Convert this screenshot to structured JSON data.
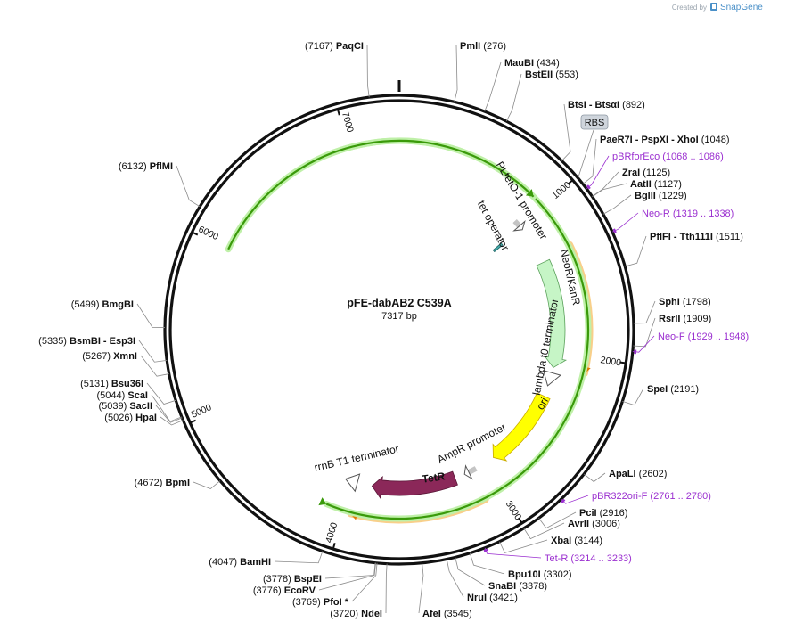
{
  "header": {
    "credit_text": "Created by",
    "brand": "SnapGene"
  },
  "plasmid": {
    "name": "pFE-dabAB2 C539A",
    "size_label": "7317 bp",
    "length": 7317
  },
  "ticks": [
    {
      "pos": 1000,
      "label": "1000"
    },
    {
      "pos": 2000,
      "label": "2000"
    },
    {
      "pos": 3000,
      "label": "3000"
    },
    {
      "pos": 4000,
      "label": "4000"
    },
    {
      "pos": 5000,
      "label": "5000"
    },
    {
      "pos": 6000,
      "label": "6000"
    },
    {
      "pos": 7000,
      "label": "7000"
    }
  ],
  "enzymes": [
    {
      "name": "PaqCI",
      "pos": 7167,
      "coord": "(7167)"
    },
    {
      "name": "PmlI",
      "pos": 276,
      "coord": "(276)"
    },
    {
      "name": "MauBI",
      "pos": 434,
      "coord": "(434)"
    },
    {
      "name": "BstEII",
      "pos": 553,
      "coord": "(553)"
    },
    {
      "name": "BtsI  - BtsαI",
      "pos": 892,
      "coord": "(892)"
    },
    {
      "name": "PaeR7I  - PspXI  - XhoI",
      "pos": 1048,
      "coord": "(1048)"
    },
    {
      "name": "ZraI",
      "pos": 1125,
      "coord": "(1125)"
    },
    {
      "name": "AatII",
      "pos": 1127,
      "coord": "(1127)"
    },
    {
      "name": "BglII",
      "pos": 1229,
      "coord": "(1229)"
    },
    {
      "name": "PflFI  - Tth111I",
      "pos": 1511,
      "coord": "(1511)"
    },
    {
      "name": "SphI",
      "pos": 1798,
      "coord": "(1798)"
    },
    {
      "name": "RsrII",
      "pos": 1909,
      "coord": "(1909)"
    },
    {
      "name": "SpeI",
      "pos": 2191,
      "coord": "(2191)"
    },
    {
      "name": "ApaLI",
      "pos": 2602,
      "coord": "(2602)"
    },
    {
      "name": "PciI",
      "pos": 2916,
      "coord": "(2916)"
    },
    {
      "name": "AvrII",
      "pos": 3006,
      "coord": "(3006)"
    },
    {
      "name": "XbaI",
      "pos": 3144,
      "coord": "(3144)"
    },
    {
      "name": "Bpu10I",
      "pos": 3302,
      "coord": "(3302)"
    },
    {
      "name": "SnaBI",
      "pos": 3378,
      "coord": "(3378)"
    },
    {
      "name": "NruI",
      "pos": 3421,
      "coord": "(3421)"
    },
    {
      "name": "AfeI",
      "pos": 3545,
      "coord": "(3545)"
    },
    {
      "name": "NdeI",
      "pos": 3720,
      "coord": "(3720)"
    },
    {
      "name": "PfoI *",
      "pos": 3769,
      "coord": "(3769)"
    },
    {
      "name": "EcoRV",
      "pos": 3776,
      "coord": "(3776)"
    },
    {
      "name": "BspEI",
      "pos": 3778,
      "coord": "(3778)"
    },
    {
      "name": "BamHI",
      "pos": 4047,
      "coord": "(4047)"
    },
    {
      "name": "BpmI",
      "pos": 4672,
      "coord": "(4672)"
    },
    {
      "name": "HpaI",
      "pos": 5026,
      "coord": "(5026)"
    },
    {
      "name": "SacII",
      "pos": 5039,
      "coord": "(5039)"
    },
    {
      "name": "ScaI",
      "pos": 5044,
      "coord": "(5044)"
    },
    {
      "name": "Bsu36I",
      "pos": 5131,
      "coord": "(5131)"
    },
    {
      "name": "XmnI",
      "pos": 5267,
      "coord": "(5267)"
    },
    {
      "name": "BsmBI  - Esp3I",
      "pos": 5335,
      "coord": "(5335)"
    },
    {
      "name": "BmgBI",
      "pos": 5499,
      "coord": "(5499)"
    },
    {
      "name": "PflMI",
      "pos": 6132,
      "coord": "(6132)"
    }
  ],
  "primers": [
    {
      "name": "pBRforEco",
      "range": "(1068 .. 1086)",
      "pos": 1077
    },
    {
      "name": "Neo-R",
      "range": "(1319 .. 1338)",
      "pos": 1328
    },
    {
      "name": "Neo-F",
      "range": "(1929 .. 1948)",
      "pos": 1938
    },
    {
      "name": "pBR322ori-F",
      "range": "(2761 .. 2780)",
      "pos": 2770
    },
    {
      "name": "Tet-R",
      "range": "(3214 .. 3233)",
      "pos": 3223
    }
  ],
  "rbs": {
    "label": "RBS",
    "pos": 1010
  },
  "features": [
    {
      "name": "PLtetO-1 promoter",
      "type": "promoter",
      "start": 950,
      "end": 1020
    },
    {
      "name": "tet operator",
      "type": "operator",
      "start": 1010,
      "end": 1030
    },
    {
      "name": "NeoR/KanR",
      "type": "cds",
      "start": 1320,
      "end": 2110,
      "color": "#c6f5c6"
    },
    {
      "name": "lambda t0 terminator",
      "type": "terminator",
      "start": 2150,
      "end": 2250
    },
    {
      "name": "ori",
      "type": "origin",
      "start": 2330,
      "end": 2920,
      "color": "#ffff00"
    },
    {
      "name": "AmpR promoter",
      "type": "promoter",
      "start": 3070,
      "end": 3150
    },
    {
      "name": "TetR",
      "type": "cds",
      "start": 3240,
      "end": 3860,
      "color": "#8b2859"
    },
    {
      "name": "rrnB T1 terminator",
      "type": "terminator",
      "start": 3970,
      "end": 4060
    }
  ],
  "inner_arrows": [
    {
      "type": "orange",
      "start": 1290,
      "end": 2100,
      "direction": "cw"
    },
    {
      "type": "orange",
      "start": 3110,
      "end": 3960,
      "direction": "cw"
    },
    {
      "type": "green",
      "start": 4120,
      "end": 6880,
      "direction": "ccw"
    },
    {
      "type": "green",
      "start": 6000,
      "end": 920,
      "direction": "cw"
    }
  ]
}
